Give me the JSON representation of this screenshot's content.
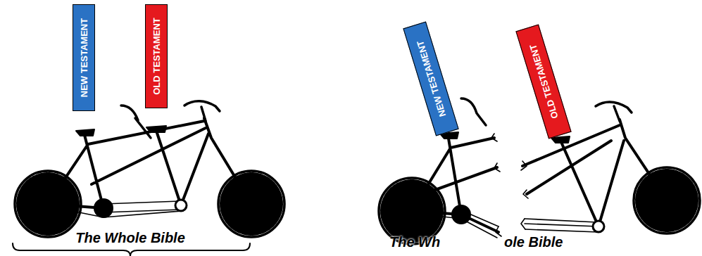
{
  "diagram": {
    "nodes": [
      {
        "text": [
          "NEW TESTAMENT"
        ]
      },
      {
        "text": [
          "OLD TESTAMENT"
        ]
      },
      {
        "text": [
          "NEW TESTAMENT"
        ]
      },
      {
        "text": [
          "OLD TESTAMENT"
        ]
      }
    ],
    "labels": [
      "The Whole Bible",
      "The Wh",
      "ole Bible"
    ]
  }
}
